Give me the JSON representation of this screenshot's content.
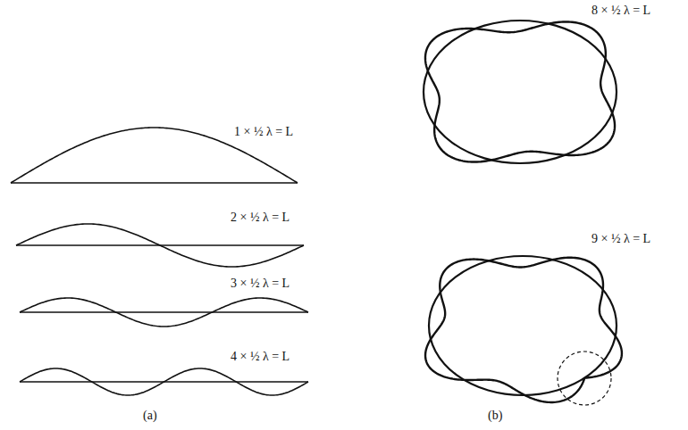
{
  "diagram": {
    "labels": [
      "1 × ½ λ = L",
      "2 × ½ λ = L",
      "3 × ½ λ = L",
      "4 × ½ λ = L",
      "(a)",
      "8 × ½ λ = L",
      "9 × ½ λ = L",
      "(b)"
    ]
  }
}
